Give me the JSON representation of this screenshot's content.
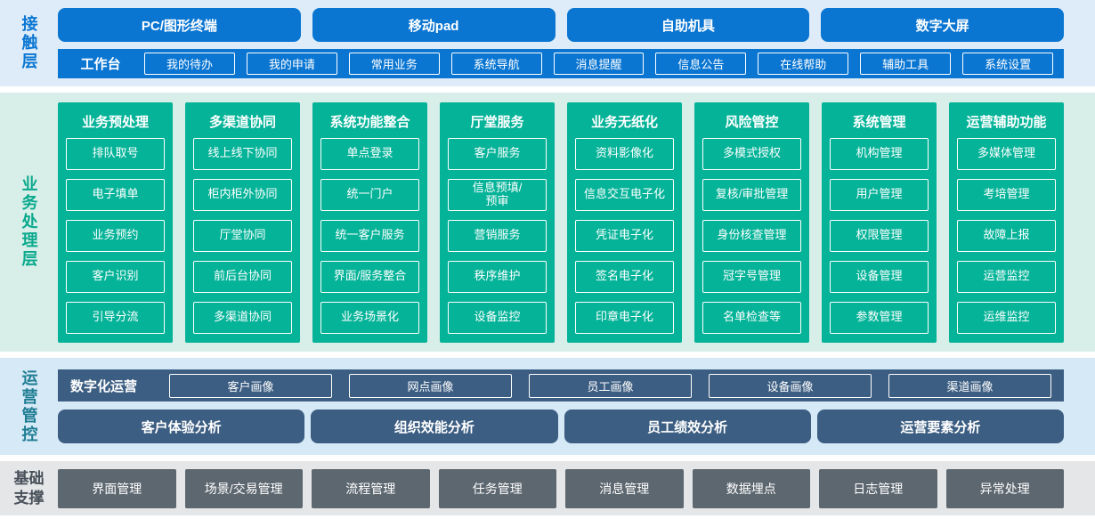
{
  "colors": {
    "blue": "#0a76d2",
    "blue_band_bg": "#ddecf8",
    "green": "#04b398",
    "green_band_bg": "#d8efe9",
    "slate_blue": "#3c5e82",
    "ops_band_bg": "#d6e9f6",
    "gray_box": "#5d6770",
    "gray_band_bg": "#e4e6e8"
  },
  "layers": {
    "contact": {
      "label": "接触层",
      "terminals": [
        "PC/图形终端",
        "移动pad",
        "自助机具",
        "数字大屏"
      ],
      "workbench": {
        "label": "工作台",
        "items": [
          "我的待办",
          "我的申请",
          "常用业务",
          "系统导航",
          "消息提醒",
          "信息公告",
          "在线帮助",
          "辅助工具",
          "系统设置"
        ]
      }
    },
    "business": {
      "label": "业务处理层",
      "columns": [
        {
          "title": "业务预处理",
          "items": [
            "排队取号",
            "电子填单",
            "业务预约",
            "客户识别",
            "引导分流"
          ]
        },
        {
          "title": "多渠道协同",
          "items": [
            "线上线下协同",
            "柜内柜外协同",
            "厅堂协同",
            "前后台协同",
            "多渠道协同"
          ]
        },
        {
          "title": "系统功能整合",
          "items": [
            "单点登录",
            "统一门户",
            "统一客户服务",
            "界面/服务整合",
            "业务场景化"
          ]
        },
        {
          "title": "厅堂服务",
          "items": [
            "客户服务",
            "信息预填/\n预审",
            "营销服务",
            "秩序维护",
            "设备监控"
          ]
        },
        {
          "title": "业务无纸化",
          "items": [
            "资料影像化",
            "信息交互电子化",
            "凭证电子化",
            "签名电子化",
            "印章电子化"
          ]
        },
        {
          "title": "风险管控",
          "items": [
            "多模式授权",
            "复核/审批管理",
            "身份核查管理",
            "冠字号管理",
            "名单检查等"
          ]
        },
        {
          "title": "系统管理",
          "items": [
            "机构管理",
            "用户管理",
            "权限管理",
            "设备管理",
            "参数管理"
          ]
        },
        {
          "title": "运营辅助功能",
          "items": [
            "多媒体管理",
            "考培管理",
            "故障上报",
            "运营监控",
            "运维监控"
          ]
        }
      ]
    },
    "operations": {
      "label": "运营管控",
      "digital": {
        "label": "数字化运营",
        "items": [
          "客户画像",
          "网点画像",
          "员工画像",
          "设备画像",
          "渠道画像"
        ]
      },
      "analysis": [
        "客户体验分析",
        "组织效能分析",
        "员工绩效分析",
        "运营要素分析"
      ]
    },
    "foundation": {
      "label": "基础支撑",
      "items": [
        "界面管理",
        "场景/交易管理",
        "流程管理",
        "任务管理",
        "消息管理",
        "数据埋点",
        "日志管理",
        "异常处理"
      ]
    }
  }
}
